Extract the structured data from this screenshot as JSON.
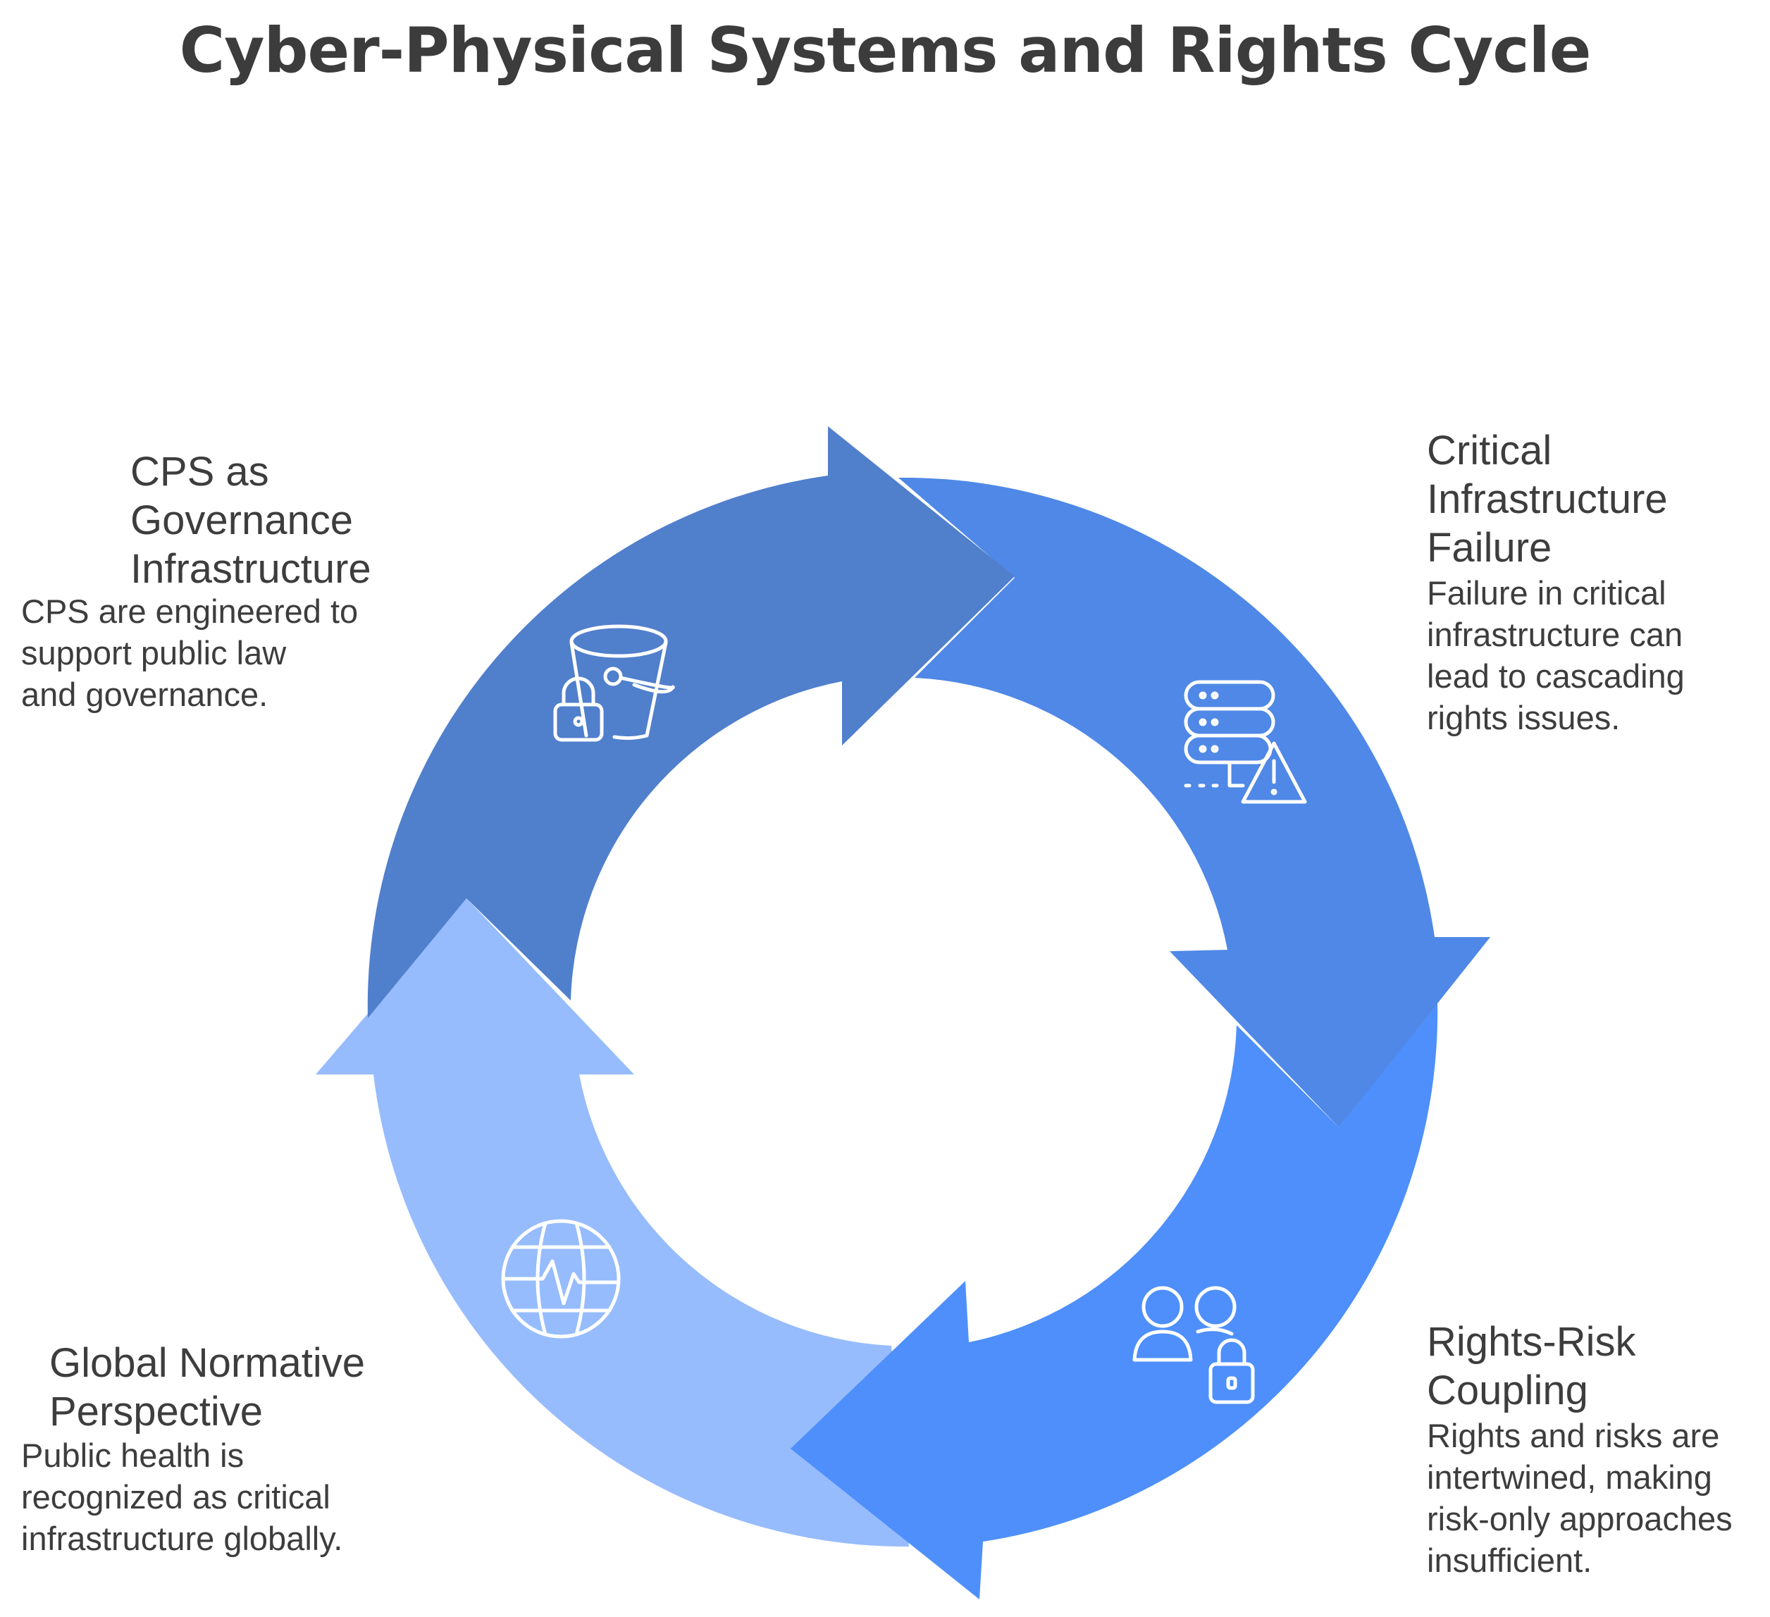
{
  "title": "Cyber-Physical Systems and Rights Cycle",
  "colors": {
    "segment_top_left": "#5081cd",
    "segment_top_right": "#4f88e6",
    "segment_bottom_right": "#4e8ffb",
    "segment_bottom_left": "#96bcfd",
    "icon_stroke": "#ffffff",
    "text": "#3d3d3d"
  },
  "steps": [
    {
      "title_lines": [
        "CPS as",
        "Governance",
        "Infrastructure"
      ],
      "desc_lines": [
        "CPS are engineered to",
        "support public law",
        "and governance."
      ],
      "icon": "bucket-lock-icon"
    },
    {
      "title_lines": [
        "Critical",
        "Infrastructure",
        "Failure"
      ],
      "desc_lines": [
        "Failure in critical",
        "infrastructure can",
        "lead to cascading",
        "rights issues."
      ],
      "icon": "server-warning-icon"
    },
    {
      "title_lines": [
        "Rights-Risk",
        "Coupling"
      ],
      "desc_lines": [
        "Rights and risks are",
        "intertwined, making",
        "risk-only approaches",
        "insufficient."
      ],
      "icon": "users-lock-icon"
    },
    {
      "title_lines": [
        "Global Normative",
        "Perspective"
      ],
      "desc_lines": [
        "Public health is",
        "recognized as critical",
        "infrastructure globally."
      ],
      "icon": "globe-pulse-icon"
    }
  ]
}
